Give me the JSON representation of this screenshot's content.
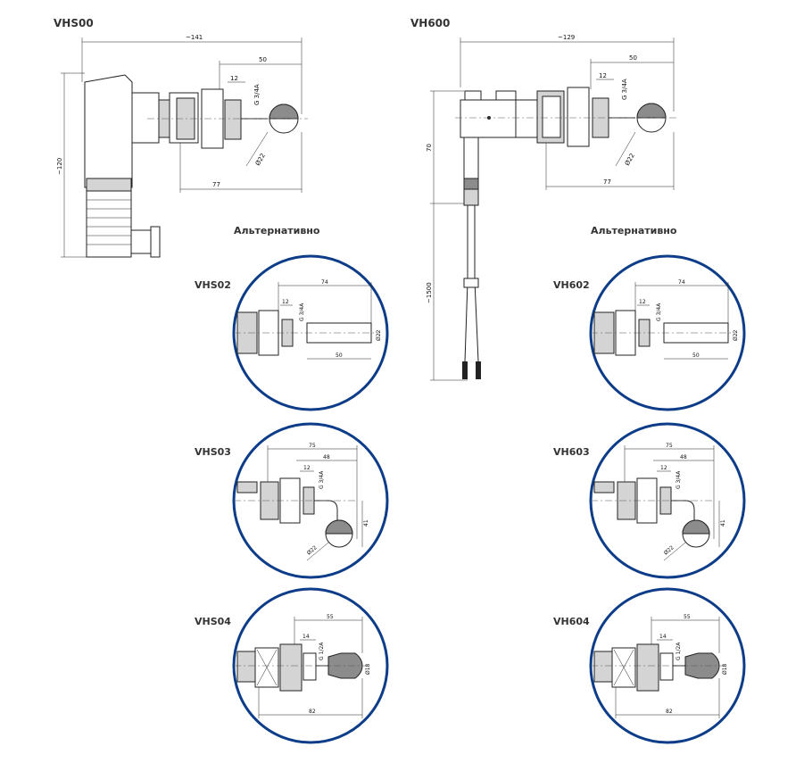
{
  "titles": {
    "vhs00": "VHS00",
    "vh600": "VH600",
    "alt_left": "Альтернативно",
    "alt_right": "Альтернативно",
    "vhs02": "VHS02",
    "vhs03": "VHS03",
    "vhs04": "VHS04",
    "vh602": "VH602",
    "vh603": "VH603",
    "vh604": "VH604"
  },
  "dims": {
    "vhs00": {
      "total": "~141",
      "d50": "50",
      "d12": "12",
      "thread": "G 3/4A",
      "height": "~120",
      "ball": "Ø22",
      "d77": "77"
    },
    "vh600": {
      "total": "~129",
      "d50": "50",
      "d12": "12",
      "thread": "G 3/4A",
      "d70": "70",
      "cable": "~1500",
      "ball": "Ø22",
      "d77": "77"
    },
    "vhs02": {
      "d74": "74",
      "d12": "12",
      "thread": "G 3/4A",
      "dia": "Ø22",
      "d50": "50"
    },
    "vh602": {
      "d74": "74",
      "d12": "12",
      "thread": "G 3/4A",
      "dia": "Ø22",
      "d50": "50"
    },
    "vhs03": {
      "d75": "75",
      "d48": "48",
      "d12": "12",
      "thread": "G 3/4A",
      "d41": "41",
      "ball": "Ø22"
    },
    "vh603": {
      "d75": "75",
      "d48": "48",
      "d12": "12",
      "thread": "G 3/4A",
      "d41": "41",
      "ball": "Ø22"
    },
    "vhs04": {
      "d55": "55",
      "d14": "14",
      "thread": "G 1/2A",
      "dia": "Ø18",
      "d82": "82"
    },
    "vh604": {
      "d55": "55",
      "d14": "14",
      "thread": "G 1/2A",
      "dia": "Ø18",
      "d82": "82"
    }
  },
  "colors": {
    "circle": "#0d3c88",
    "part_fill": "#d4d4d4",
    "line": "#222222"
  }
}
